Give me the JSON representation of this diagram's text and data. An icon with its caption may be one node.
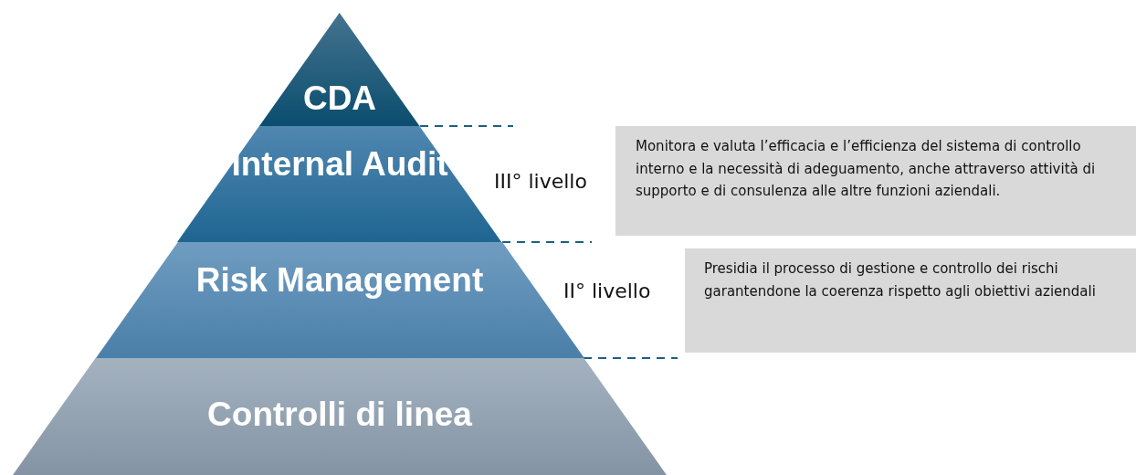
{
  "diagram": {
    "nodes": [
      {
        "text": [
          "CDA"
        ]
      },
      {
        "text": [
          "Internal Audit"
        ]
      },
      {
        "text": [
          "Risk Management"
        ]
      },
      {
        "text": [
          "Controlli di linea"
        ]
      },
      {
        "text": [
          "Monitora e valuta l’efficacia e l’efficienza del sistema di controllo interno e la necessità di adeguamento, anche attraverso attività di supporto e di consulenza alle altre funzioni aziendali."
        ]
      },
      {
        "text": [
          "Presidia il processo di gestione e controllo dei rischi garantendone la coerenza rispetto agli obiettivi aziendali"
        ]
      }
    ],
    "labels": [
      "III° livello",
      "II° livello"
    ]
  }
}
